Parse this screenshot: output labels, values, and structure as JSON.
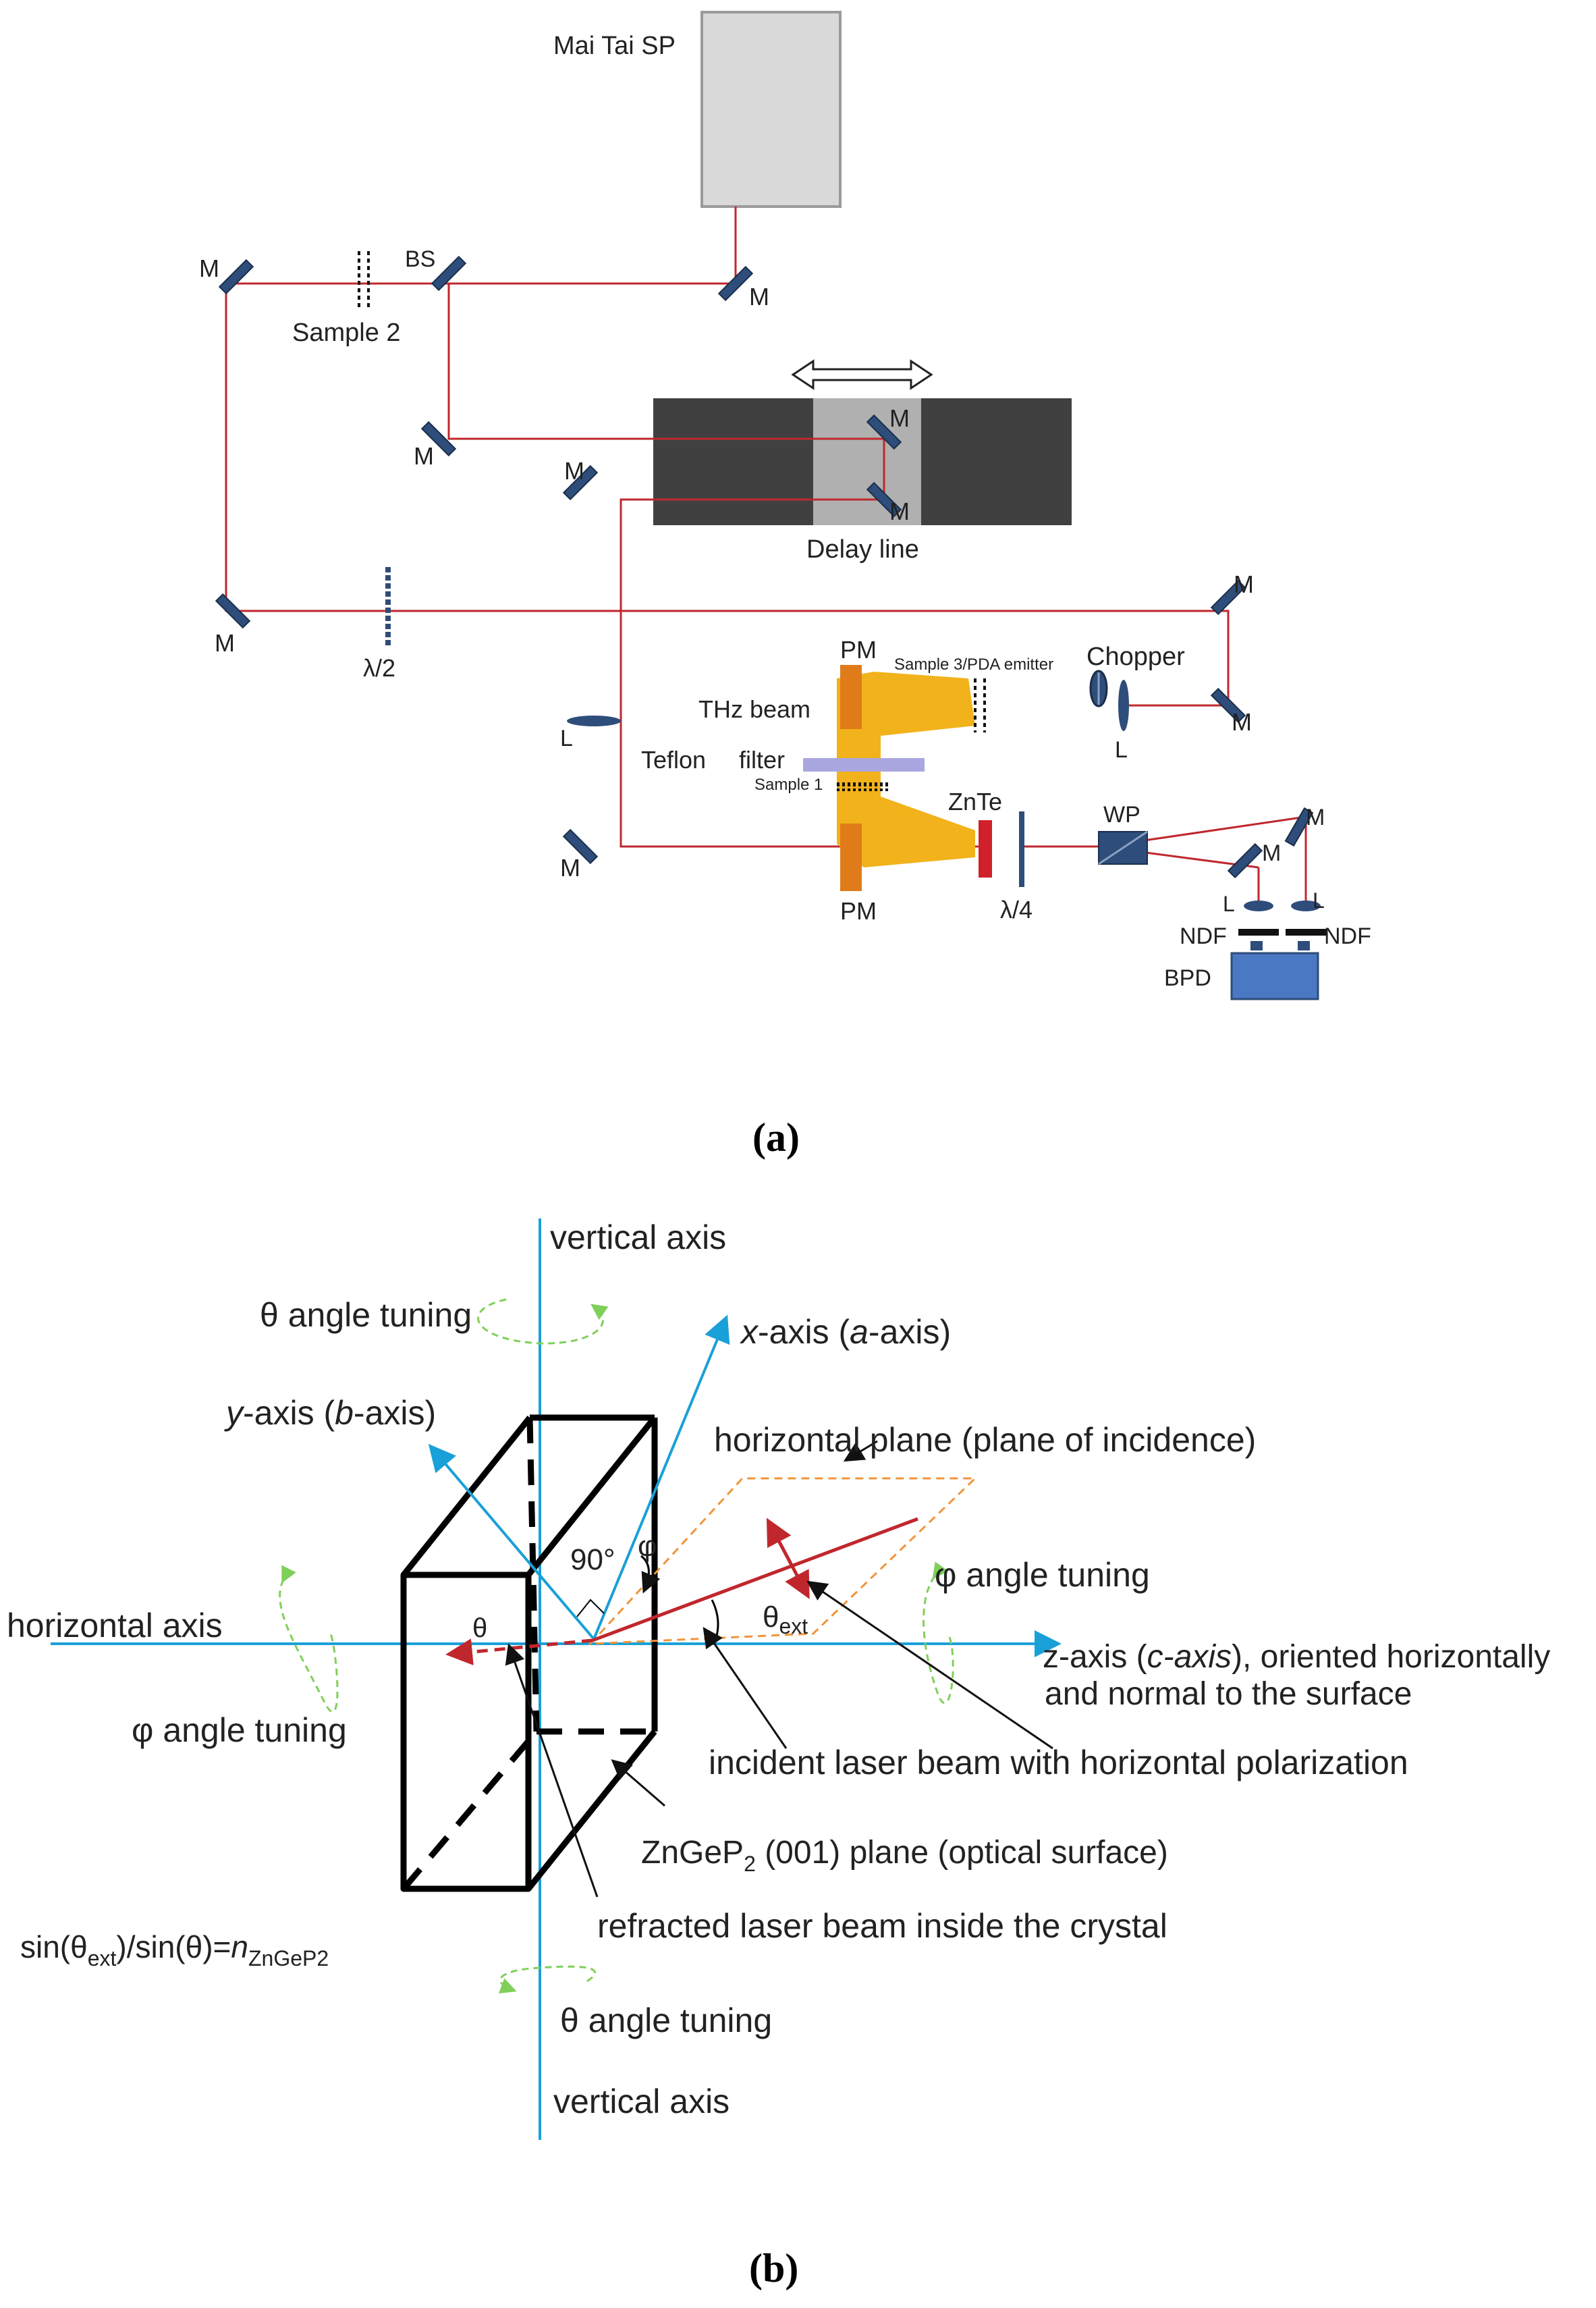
{
  "panel_a": {
    "caption": "(a)",
    "laser": "Mai Tai SP",
    "mirror": "M",
    "beamsplitter": "BS",
    "sample2": "Sample 2",
    "delay_line": "Delay line",
    "half_wave": "λ/2",
    "lens": "L",
    "parabolic_mirror": "PM",
    "thz_beam": "THz beam",
    "teflon": "Teflon",
    "filter": "filter",
    "sample1": "Sample 1",
    "sample3": "Sample 3/PDA emitter",
    "chopper": "Chopper",
    "znte": "ZnTe",
    "quarter_wave": "λ/4",
    "wollaston": "WP",
    "ndf": "NDF",
    "bpd": "BPD"
  },
  "panel_b": {
    "caption": "(b)",
    "vertical_axis": "vertical axis",
    "theta_tuning": "θ angle tuning",
    "phi_tuning": "φ angle tuning",
    "x_axis_var": "x",
    "x_axis_mid": "-axis (",
    "x_axis_alt": "a",
    "x_axis_end": "-axis)",
    "y_axis_var": "y",
    "y_axis_mid": "-axis (",
    "y_axis_alt": "b",
    "y_axis_end": "-axis)",
    "z_axis_line1_pre": "z-axis (",
    "z_axis_line1_alt": "c-axis",
    "z_axis_line1_post": "), oriented horizontally",
    "z_axis_line2": "and normal to the surface",
    "horizontal_plane": "horizontal plane (plane of incidence)",
    "horizontal_axis": "horizontal  axis",
    "angle_90": "90°",
    "phi": "φ",
    "theta": "θ",
    "theta_ext_sym": "θ",
    "theta_ext_sub": "ext",
    "incident_beam": "incident laser beam with horizontal polarization",
    "plane_pre": "ZnGeP",
    "plane_sub": "2",
    "plane_post": " (001) plane (optical surface)",
    "refracted_beam": "refracted laser beam inside the crystal",
    "formula_a": "sin(θ",
    "formula_b": "ext",
    "formula_c": ")/sin(θ)=",
    "formula_d": "n",
    "formula_e": "ZnGeP2"
  },
  "colors": {
    "beam": "#c0272d",
    "thz": "#f2b21b",
    "parabolic_mirror": "#e07b1a",
    "component": "#2e4d7a",
    "bpd": "#4a78c2",
    "axis": "#1aa0d8",
    "tuning": "#7fd05a",
    "plane": "#f0953a",
    "teflon": "#a9a6e0",
    "znte": "#d0202a",
    "delay_stage": "#404040",
    "delay_carriage": "#b0b0b0",
    "laser_box": "#d9d9d9"
  }
}
